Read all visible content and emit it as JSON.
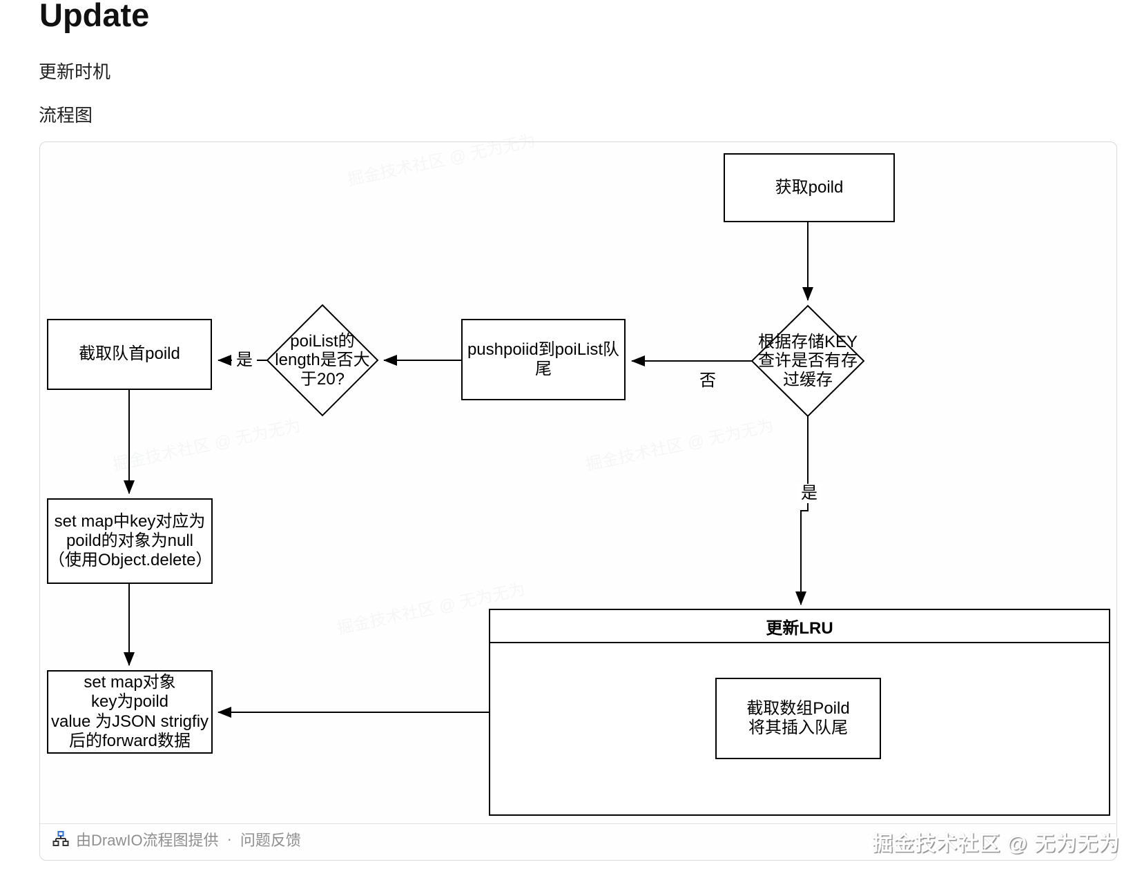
{
  "page": {
    "title": "Update",
    "subtitle_timing": "更新时机",
    "subtitle_flow": "流程图"
  },
  "flowchart": {
    "nodes": {
      "get_poild": "获取poild",
      "check_cache": "根据存储KEY\n查许是否有存\n过缓存",
      "push_poiid": "pushpoiid到poiList队\n尾",
      "check_length": "poiList的\nlength是否大\n于20?",
      "take_head": "截取队首poild",
      "set_null": "set map中key对应为\npoild的对象为null\n（使用Object.delete）",
      "set_value": "set map对象\nkey为poild\nvalue 为JSON strigfiy\n后的forward数据",
      "lru_title": "更新LRU",
      "lru_inner": "截取数组Poild\n将其插入队尾"
    },
    "edge_labels": {
      "no": "否",
      "yes_length": "是",
      "yes_cache": "是"
    }
  },
  "footer": {
    "provider": "由DrawIO流程图提供",
    "separator": "·",
    "feedback": "问题反馈",
    "watermark": "掘金技术社区 @ 无为无为"
  },
  "colors": {
    "stroke": "#000000",
    "panel_border": "#d9d9d9",
    "footer_text": "#8f8f8f",
    "icon_blue": "#2f6fe4"
  }
}
